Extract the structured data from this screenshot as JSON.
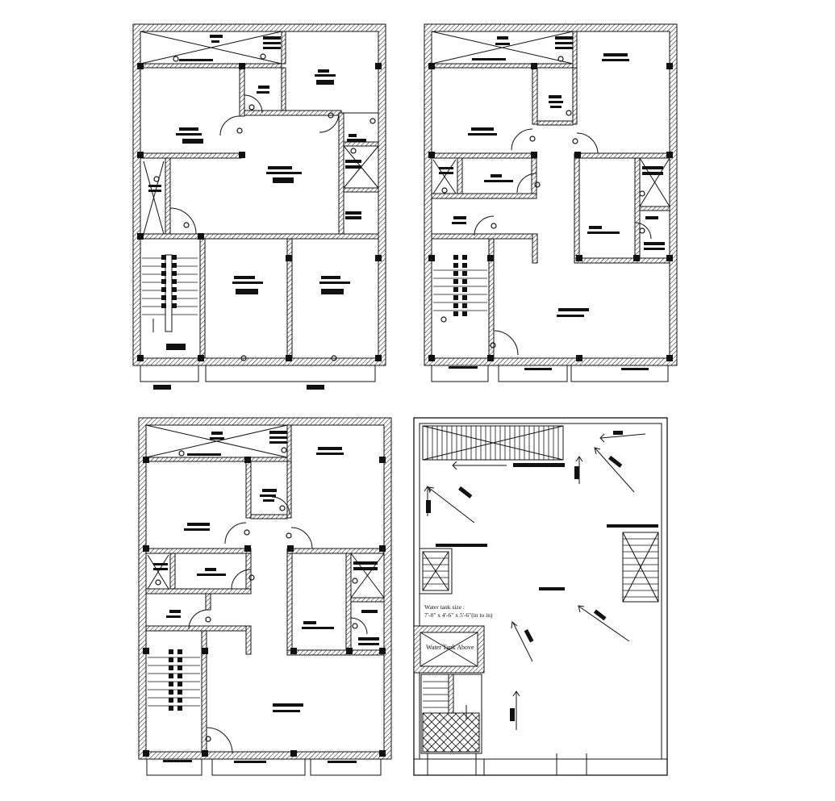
{
  "drawing": {
    "roof_plan": {
      "water_tank_size_label": "Water tank size :",
      "water_tank_size_value": "7'-0\" x 4'-6\" x 5'-6\"(in to in)",
      "water_tank_above_label": "Water Tank Above"
    }
  },
  "colors": {
    "line": "#111111",
    "hatch": "#111111",
    "background": "#ffffff"
  }
}
